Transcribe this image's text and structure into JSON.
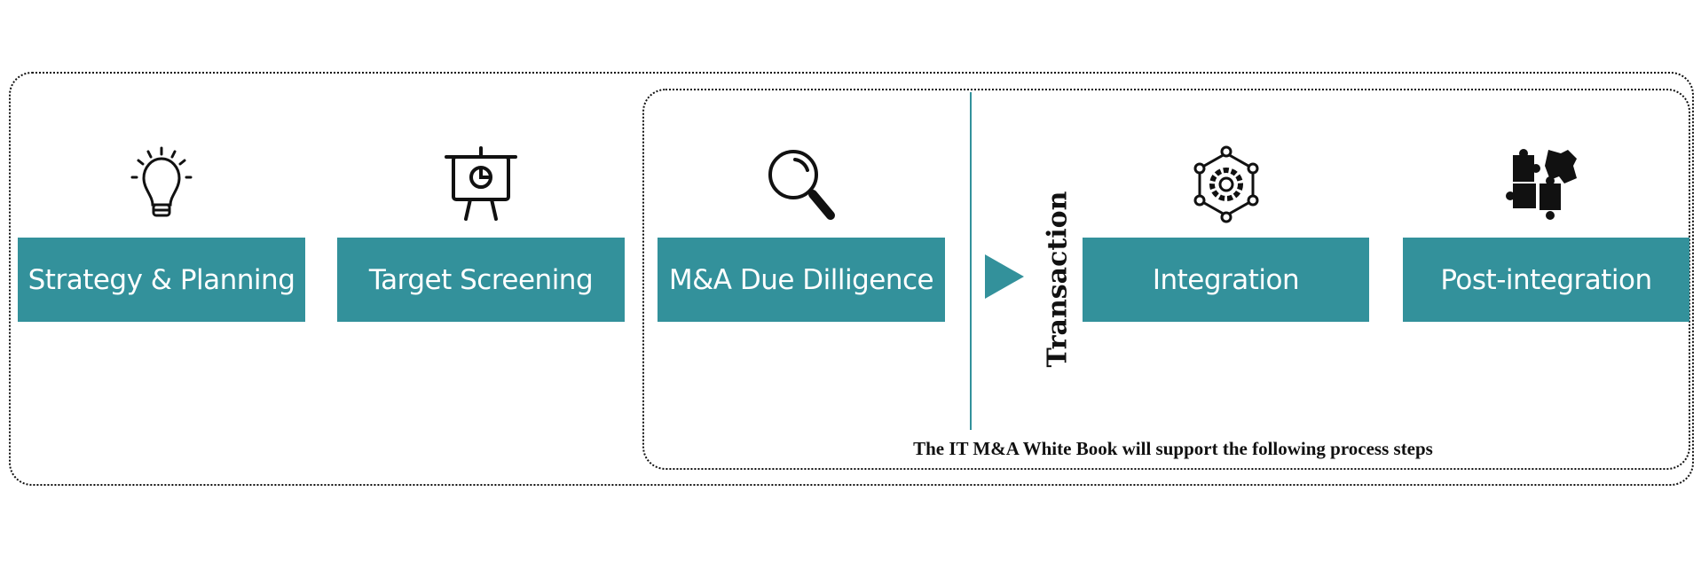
{
  "steps": [
    {
      "label": "Strategy & Planning",
      "icon": "lightbulb-icon"
    },
    {
      "label": "Target Screening",
      "icon": "presentation-board-icon"
    },
    {
      "label": "M&A Due Dilligence",
      "icon": "magnifier-icon"
    },
    {
      "label": "Integration",
      "icon": "gear-network-icon"
    },
    {
      "label": "Post-integration",
      "icon": "puzzle-icon"
    }
  ],
  "transaction_label": "Transaction",
  "caption": "The IT M&A White Book will support the following process steps",
  "colors": {
    "accent": "#33919b"
  }
}
